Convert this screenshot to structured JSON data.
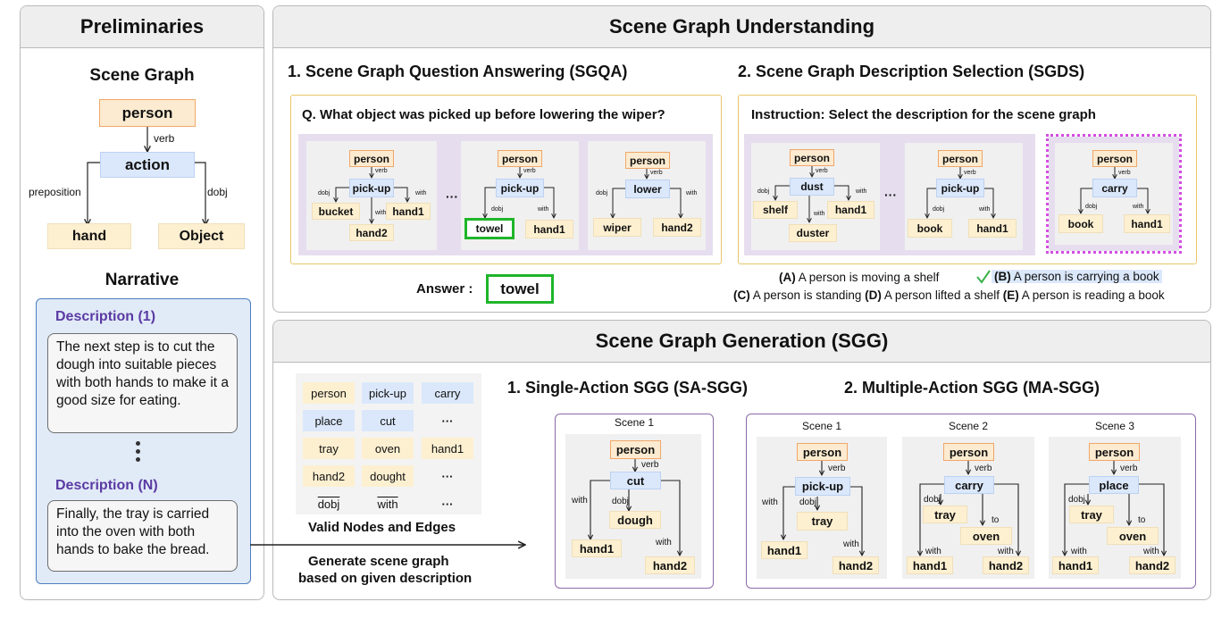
{
  "prelim": {
    "header": "Preliminaries",
    "scene_graph_title": "Scene Graph",
    "nodes": {
      "person": "person",
      "action": "action",
      "hand": "hand",
      "object": "Object"
    },
    "edges": {
      "verb": "verb",
      "preposition": "preposition",
      "dobj": "dobj"
    },
    "narrative_title": "Narrative",
    "desc1_title": "Description (1)",
    "desc1_text": "The next step is to cut the dough into suitable pieces with both hands to make it a good size for eating.",
    "descN_title": "Description (N)",
    "descN_text": "Finally, the tray is carried into the oven with both hands to bake the bread."
  },
  "sgu": {
    "header": "Scene Graph Understanding",
    "sgqa_title": "1. Scene Graph Question Answering (SGQA)",
    "sgds_title": "2. Scene Graph Description Selection (SGDS)",
    "question": "Q. What object was picked up before lowering the wiper?",
    "instruction": "Instruction:  Select the description for the scene graph",
    "answer_label": "Answer :",
    "answer_value": "towel",
    "dots": "···",
    "graphs": {
      "q1": {
        "top": "person",
        "verb": "verb",
        "action": "pick-up",
        "dobj": "dobj",
        "with": "with",
        "with2": "with",
        "left": "bucket",
        "right": "hand1",
        "bottom": "hand2"
      },
      "q2": {
        "top": "person",
        "verb": "verb",
        "action": "pick-up",
        "dobj": "dobj",
        "with": "with",
        "left": "towel",
        "right": "hand1"
      },
      "q3": {
        "top": "person",
        "verb": "verb",
        "action": "lower",
        "dobj": "dobj",
        "with": "with",
        "left": "wiper",
        "right": "hand2"
      },
      "d1": {
        "top": "person",
        "verb": "verb",
        "action": "dust",
        "dobj": "dobj",
        "with": "with",
        "with2": "with",
        "left": "shelf",
        "right": "hand1",
        "bottom": "duster"
      },
      "d2": {
        "top": "person",
        "verb": "verb",
        "action": "pick-up",
        "dobj": "dobj",
        "with": "with",
        "left": "book",
        "right": "hand1"
      },
      "d3": {
        "top": "person",
        "verb": "verb",
        "action": "carry",
        "dobj": "dobj",
        "with": "with",
        "left": "book",
        "right": "hand1"
      }
    },
    "options": {
      "a_label": "(A)",
      "a_text": "A person is moving a shelf",
      "b_label": "(B)",
      "b_text": "A person is carrying a book",
      "c_label": "(C)",
      "c_text": "A person is standing",
      "d_label": "(D)",
      "d_text": "A person lifted a shelf",
      "e_label": "(E)",
      "e_text": "A person is reading a book"
    }
  },
  "sgg": {
    "header": "Scene Graph Generation (SGG)",
    "vocab": [
      [
        "person",
        "pick-up",
        "carry"
      ],
      [
        "place",
        "cut",
        "···"
      ],
      [
        "tray",
        "oven",
        "hand1"
      ],
      [
        "hand2",
        "dought",
        "···"
      ],
      [
        "dobj",
        "with",
        "···"
      ]
    ],
    "vocab_label": "Valid Nodes and Edges",
    "generate_text_1": "Generate scene graph",
    "generate_text_2": "based on given description",
    "sa_title": "1. Single-Action SGG (SA-SGG)",
    "ma_title": "2. Multiple-Action SGG (MA-SGG)",
    "sa": {
      "scene": "Scene 1",
      "top": "person",
      "verb": "verb",
      "action": "cut",
      "dobj": "dobj",
      "with": "with",
      "with2": "with",
      "obj": "dough",
      "left": "hand1",
      "right": "hand2"
    },
    "ma": [
      {
        "scene": "Scene 1",
        "top": "person",
        "verb": "verb",
        "action": "pick-up",
        "dobj": "dobj",
        "with": "with",
        "with2": "with",
        "obj": "tray",
        "left": "hand1",
        "right": "hand2"
      },
      {
        "scene": "Scene 2",
        "top": "person",
        "verb": "verb",
        "action": "carry",
        "dobj": "dobj",
        "to": "to",
        "with": "with",
        "with2": "with",
        "obj": "tray",
        "mid": "oven",
        "left": "hand1",
        "right": "hand2"
      },
      {
        "scene": "Scene 3",
        "top": "person",
        "verb": "verb",
        "action": "place",
        "dobj": "dobj",
        "to": "to",
        "with": "with",
        "with2": "with",
        "obj": "tray",
        "mid": "oven",
        "left": "hand1",
        "right": "hand2"
      }
    ]
  }
}
